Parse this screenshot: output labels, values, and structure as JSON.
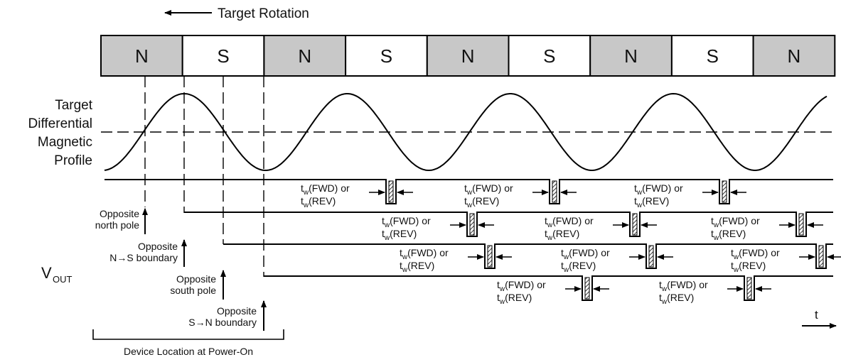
{
  "header": {
    "rotation_label": "Target Rotation"
  },
  "poles": [
    "N",
    "S",
    "N",
    "S",
    "N",
    "S",
    "N",
    "S",
    "N"
  ],
  "colors": {
    "north_fill": "#c8c8c8",
    "south_fill": "#ffffff",
    "stroke": "#000000"
  },
  "profile": {
    "label_lines": [
      "Target",
      "Differential",
      "Magnetic",
      "Profile"
    ]
  },
  "vout": {
    "main": "V",
    "sub": "OUT"
  },
  "pulse_label": {
    "t": "t",
    "w": "w",
    "fwd": "(FWD) or",
    "rev": "(REV)"
  },
  "positions": [
    {
      "label_lines": [
        "Opposite",
        "north pole"
      ]
    },
    {
      "label_lines": [
        "Opposite",
        "N→S boundary"
      ]
    },
    {
      "label_lines": [
        "Opposite",
        "south pole"
      ]
    },
    {
      "label_lines": [
        "Opposite",
        "S→N boundary"
      ]
    }
  ],
  "footer": {
    "device_label": "Device Location at Power-On"
  },
  "time_axis": {
    "label": "t"
  }
}
